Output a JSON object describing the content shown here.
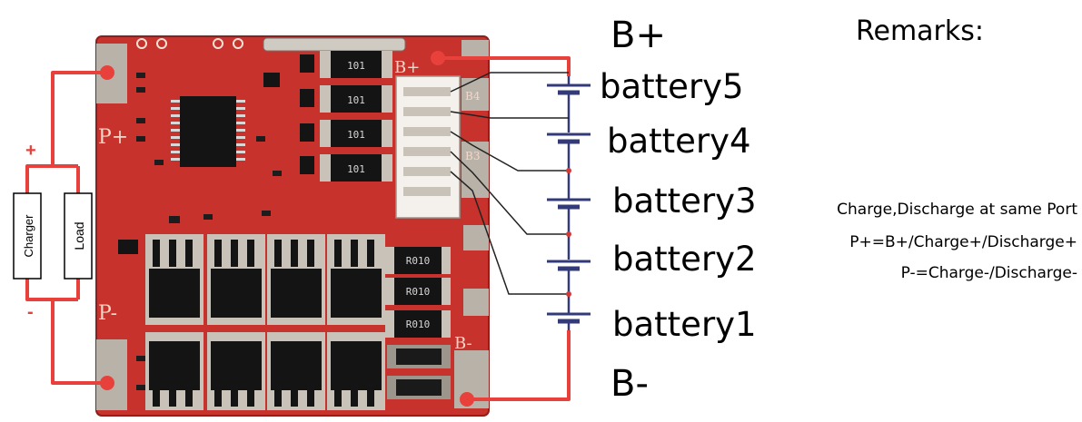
{
  "colors": {
    "pcb": "#c8322c",
    "pcb_dark": "#a82422",
    "wire_red": "#e8403a",
    "wire_blue": "#333a7a",
    "chip": "#141414",
    "pad": "#b9b2a8"
  },
  "terminals": {
    "b_plus": "B+",
    "b_minus": "B-"
  },
  "batteries": [
    "battery5",
    "battery4",
    "battery3",
    "battery2",
    "battery1"
  ],
  "boxes": {
    "charger": "Charger",
    "load": "Load"
  },
  "polarity": {
    "plus": "+",
    "minus": "-"
  },
  "board": {
    "silk_p_plus": "P+",
    "silk_p_minus": "P-",
    "silk_b_plus": "B+",
    "silk_b_minus": "B-",
    "silk_b4": "B4",
    "silk_b3": "B3",
    "resistor_codes": [
      "101",
      "101",
      "101",
      "101"
    ],
    "shunt_codes": [
      "R010",
      "R010",
      "R010"
    ]
  },
  "remarks": {
    "title": "Remarks:",
    "lines": [
      "Charge,Discharge at same Port",
      "P+=B+/Charge+/Discharge+",
      "P-=Charge-/Discharge-"
    ]
  }
}
